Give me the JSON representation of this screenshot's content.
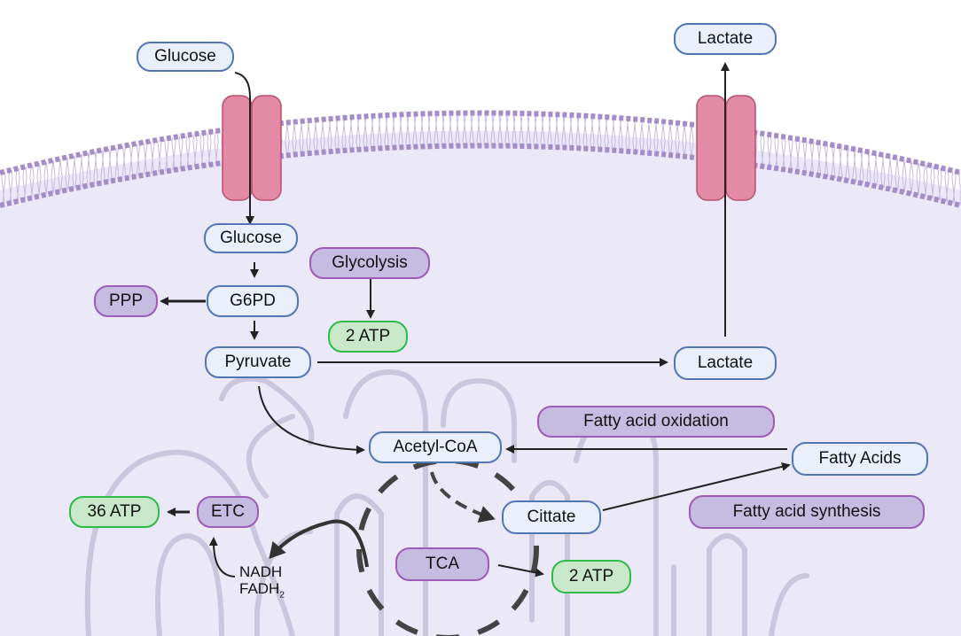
{
  "nodes": {
    "glucose_outside": "Glucose",
    "lactate_outside": "Lactate",
    "glucose_inside": "Glucose",
    "glycolysis": "Glycolysis",
    "g6pd": "G6PD",
    "ppp": "PPP",
    "atp_glycolysis": "2 ATP",
    "pyruvate": "Pyruvate",
    "lactate_inside": "Lactate",
    "fatty_acid_oxidation": "Fatty acid oxidation",
    "acetyl_coa": "Acetyl-CoA",
    "fatty_acids": "Fatty Acids",
    "citrate": "Cittate",
    "fatty_acid_synthesis": "Fatty acid synthesis",
    "atp_etc": "36 ATP",
    "etc": "ETC",
    "tca": "TCA",
    "atp_tca": "2 ATP",
    "nadh": "NADH",
    "fadh": "FADH",
    "fadh_sub": "2"
  },
  "colors": {
    "metabolite": "#e9f0fc",
    "process": "#c6bbe0",
    "atp": "#c9e7c9",
    "cell": "#ebe8f8",
    "membrane": "#a48cc8",
    "transporter": "#e38aa6"
  }
}
